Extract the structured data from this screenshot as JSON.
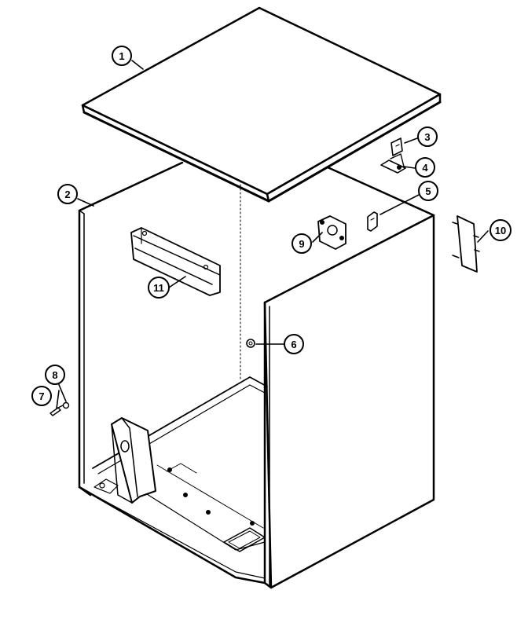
{
  "diagram": {
    "style": "exploded-parts",
    "line_color": "#000000",
    "background": "#ffffff",
    "callouts": [
      {
        "key": "top",
        "label": "1"
      },
      {
        "key": "cabinet",
        "label": "2"
      },
      {
        "key": "latch",
        "label": "3"
      },
      {
        "key": "strike",
        "label": "4"
      },
      {
        "key": "clip",
        "label": "5"
      },
      {
        "key": "plug",
        "label": "6"
      },
      {
        "key": "screw",
        "label": "7"
      },
      {
        "key": "nut",
        "label": "8"
      },
      {
        "key": "bracket",
        "label": "9"
      },
      {
        "key": "tab",
        "label": "10"
      },
      {
        "key": "rail",
        "label": "11"
      }
    ]
  }
}
